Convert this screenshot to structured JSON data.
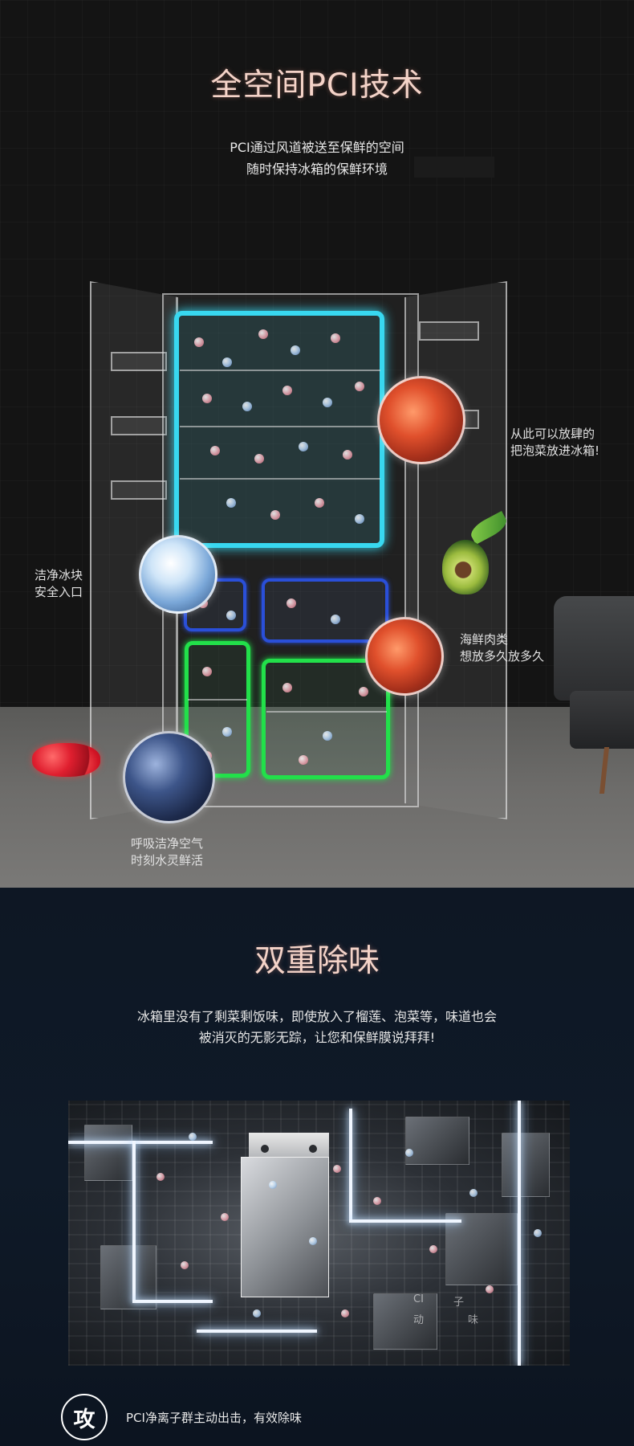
{
  "section1": {
    "title": "全空间PCI技术",
    "subtitle_line1": "PCI通过风道被送至保鲜的空间",
    "subtitle_line2": "随时保持冰箱的保鲜环境",
    "annotations": {
      "right_top_line1": "从此可以放肆的",
      "right_top_line2": "把泡菜放进冰箱!",
      "left_mid_line1": "洁净冰块",
      "left_mid_line2": "安全入口",
      "right_mid_line1": "海鲜肉类",
      "right_mid_line2": "想放多久放多久",
      "bottom_line1": "呼吸洁净空气",
      "bottom_line2": "时刻水灵鲜活"
    },
    "zone_colors": {
      "cyan": "#38d8f0",
      "blue": "#2a4fd8",
      "green": "#22e04a"
    },
    "icons": [
      "shrimp-photo-icon",
      "ice-cube-photo-icon",
      "blueberry-photo-icon",
      "avocado-icon",
      "pomegranate-icon",
      "sofa-icon"
    ]
  },
  "section2": {
    "title": "双重除味",
    "description_line1": "冰箱里没有了剩菜剩饭味，即使放入了榴莲、泡菜等，味道也会",
    "description_line2": "被消灭的无影无踪，让您和保鲜膜说拜拜!",
    "panel_labels": [
      "CI",
      "子",
      "动",
      "味"
    ],
    "badge_char": "攻",
    "badge_text": "PCI净离子群主动出击，有效除味"
  }
}
